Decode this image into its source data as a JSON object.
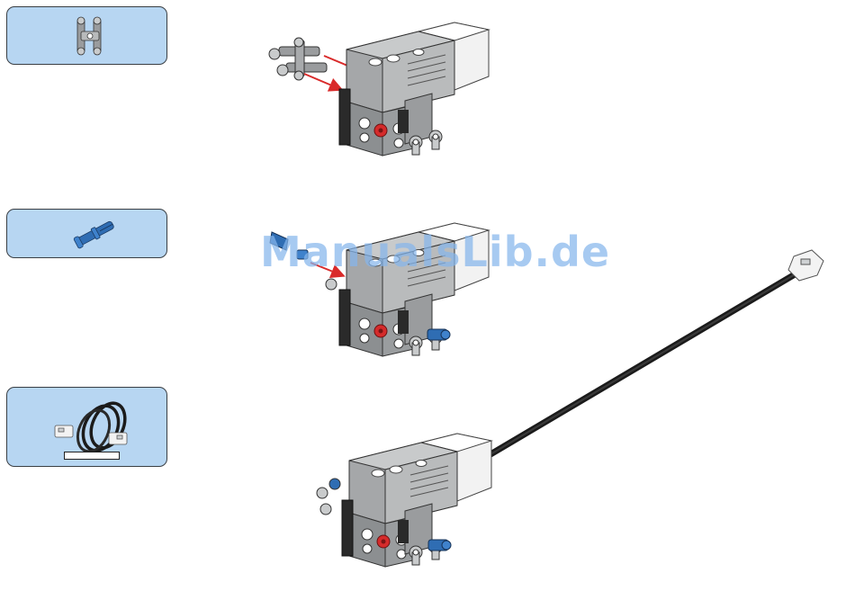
{
  "steps": [
    {
      "id": "step-1",
      "parts": [
        {
          "name": "cross-block-with-pins",
          "color": "#9a9c9e"
        }
      ]
    },
    {
      "id": "step-2",
      "parts": [
        {
          "name": "axle-pin",
          "color": "#2f6db3"
        }
      ]
    },
    {
      "id": "step-3",
      "parts": [
        {
          "name": "connector-cable",
          "color": "#1e1e1e"
        }
      ],
      "cable_length_label": ""
    }
  ],
  "colors": {
    "callout_fill": "#b7d6f2",
    "arrow": "#d92a2a",
    "motor_white": "#f4f4f4",
    "technic_gray": "#8c8f91",
    "pin_blue": "#2f6db3",
    "axle_red": "#d52b2b",
    "cable_black": "#1b1b1b"
  },
  "watermark": "ManualsLib.de"
}
